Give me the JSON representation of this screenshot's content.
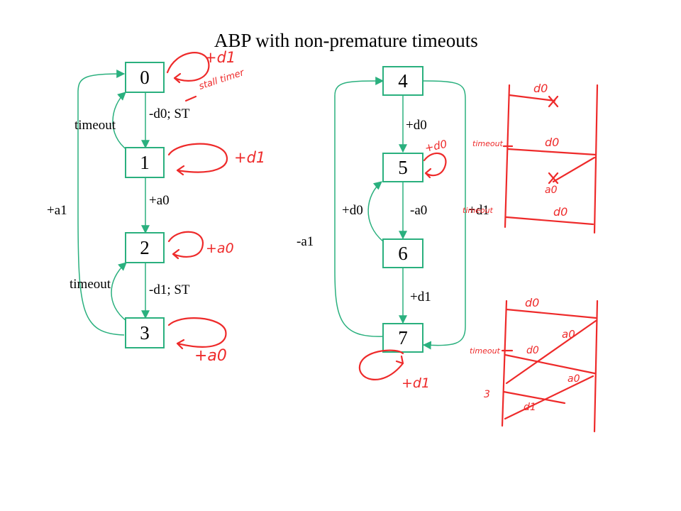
{
  "title": "ABP with non-premature timeouts",
  "colors": {
    "state_border": "#2ab07e",
    "edge": "#2ab07e",
    "annotation_ink": "#ee2a2a"
  },
  "states": [
    "0",
    "1",
    "2",
    "3",
    "4",
    "5",
    "6",
    "7"
  ],
  "left_machine": {
    "edge_0_1": "-d0; ST",
    "edge_1_0": "timeout",
    "edge_1_2": "+a0",
    "edge_3_0": "+a1",
    "edge_3_2": "timeout",
    "edge_2_3": "-d1; ST"
  },
  "right_machine": {
    "edge_4_5": "+d0",
    "edge_6_5": "+d0",
    "edge_5_6": "-a0",
    "edge_6_7": "+d1",
    "edge_7_4": "-a1",
    "edge_4_7": "+d1"
  },
  "handwritten": {
    "self_loop_0": "+d1",
    "note_0": "stall timer",
    "self_loop_1": "+d1",
    "self_loop_2": "+a0",
    "self_loop_3": "+a0",
    "self_loop_5": "+d0",
    "self_loop_7": "+d1",
    "trace1": {
      "m1": "d0",
      "m2": "timeout",
      "m3": "d0",
      "m4": "a0",
      "m5": "timeout",
      "m6": "d0"
    },
    "trace2": {
      "m1": "d0",
      "m2": "a0",
      "m3": "timeout",
      "m4": "d0",
      "m5": "a0",
      "m6": "3",
      "m7": "d1"
    }
  }
}
